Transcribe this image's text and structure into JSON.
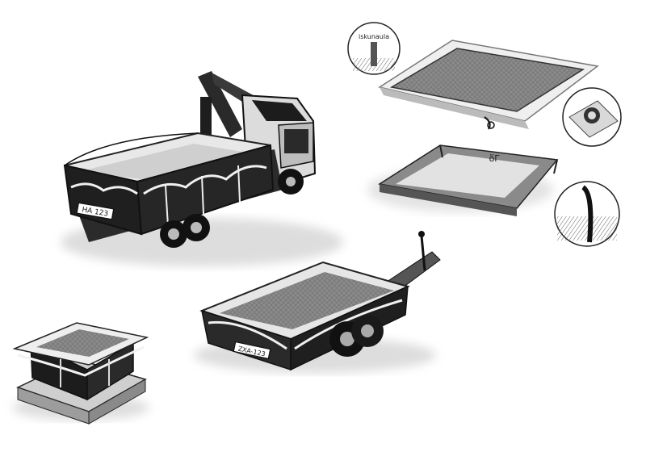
{
  "illustration": {
    "inset_labels": {
      "anchor_pin": "iskunaula",
      "pool_mark": "ὅΓ"
    },
    "license_plates": {
      "truck": "HA 123",
      "trailer": "ZXA-123"
    },
    "panels": [
      "truck-with-crane-and-net",
      "ground-mat-with-pin-detail",
      "pond-basin-with-edge-detail",
      "trailer-with-net",
      "small-crate-on-pallet-with-net"
    ]
  }
}
